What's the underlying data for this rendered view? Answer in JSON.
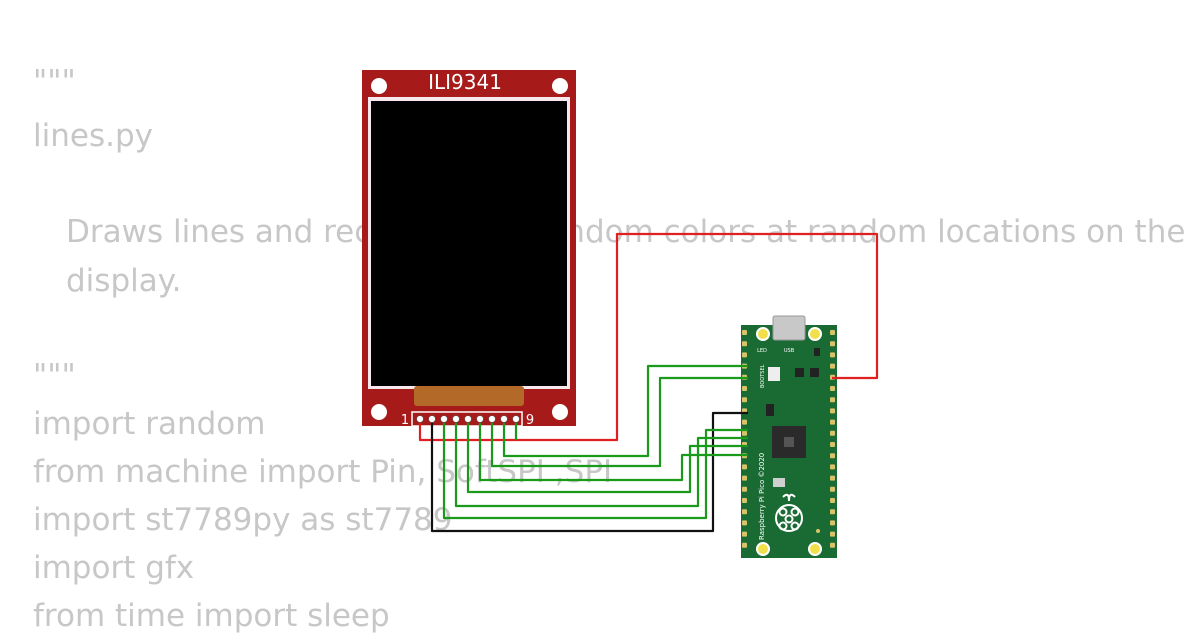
{
  "code_lines": [
    "\"\"\"",
    "lines.py",
    "Draws lines and rectangles in random colors at random locations on the",
    "display.",
    "\"\"\"",
    "import random",
    "from machine import Pin, SoftSPI ,SPI",
    "import st7789py as st7789",
    "import gfx",
    "from time import sleep"
  ],
  "display": {
    "label": "ILI9341",
    "pin_first": "1",
    "pin_last": "9"
  },
  "pico": {
    "silk_text": "Raspberry Pi Pico ©2020",
    "led_label": "LED",
    "usb_label": "USB",
    "bootsel_label": "BOOTSEL"
  },
  "colors": {
    "code_text": "#c7c7c7",
    "display_pcb": "#a61a1a",
    "screen": "#000000",
    "ribbon": "#b36a28",
    "pico_pcb": "#1a6b33",
    "wire_red": "#e02020",
    "wire_green": "#1a9a1a",
    "wire_black": "#111111"
  }
}
